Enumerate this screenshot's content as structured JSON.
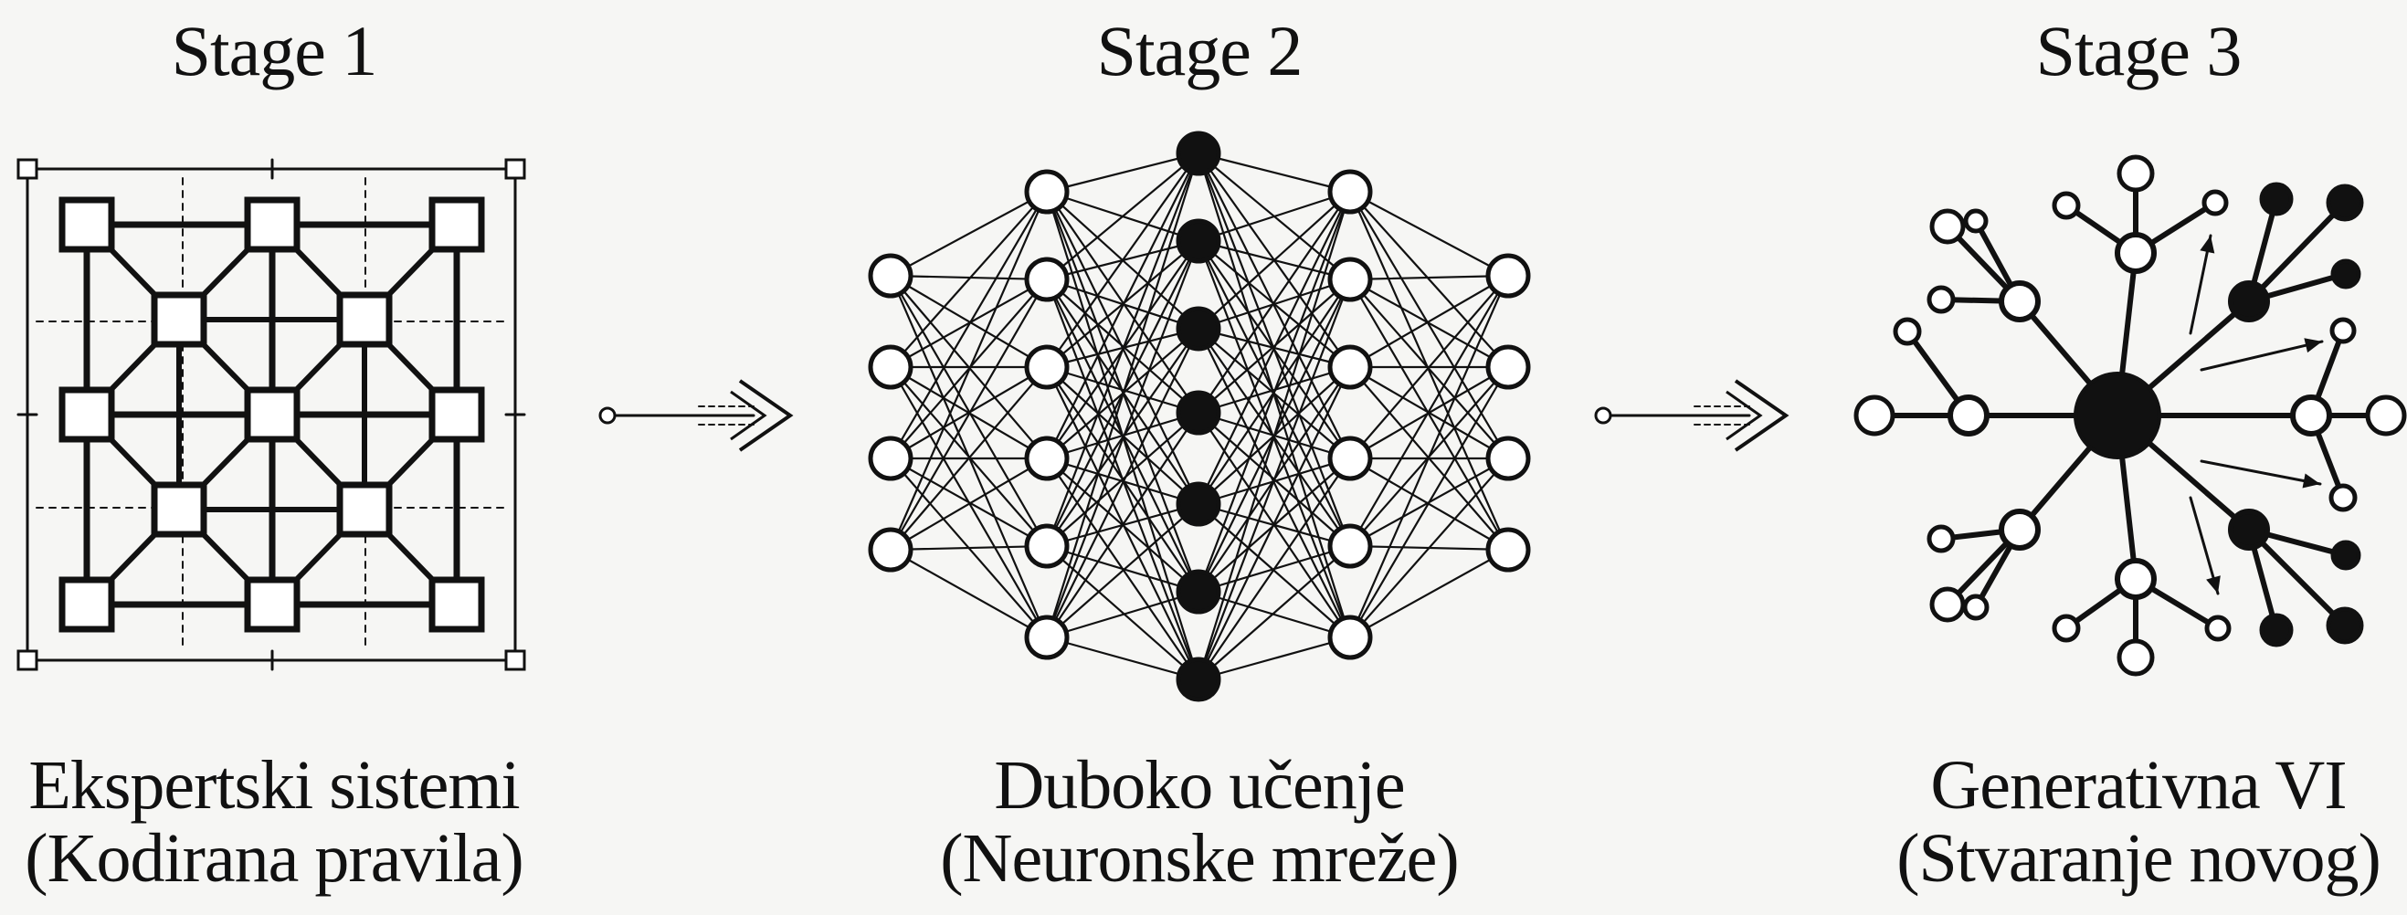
{
  "stages": [
    {
      "title": "Stage 1",
      "name": "Ekspertski sistemi",
      "subtitle": "(Kodirana pravila)",
      "icon": "rule-grid-icon"
    },
    {
      "title": "Stage 2",
      "name": "Duboko učenje",
      "subtitle": "(Neuronske mreže)",
      "icon": "neural-network-icon"
    },
    {
      "title": "Stage 3",
      "name": "Generativna VI",
      "subtitle": "(Stvaranje novog)",
      "icon": "generative-burst-icon"
    }
  ],
  "arrows": [
    "arrow-right-icon",
    "arrow-right-icon"
  ],
  "colors": {
    "ink": "#111111",
    "background": "#f6f6f4",
    "node_fill": "#ffffff"
  }
}
